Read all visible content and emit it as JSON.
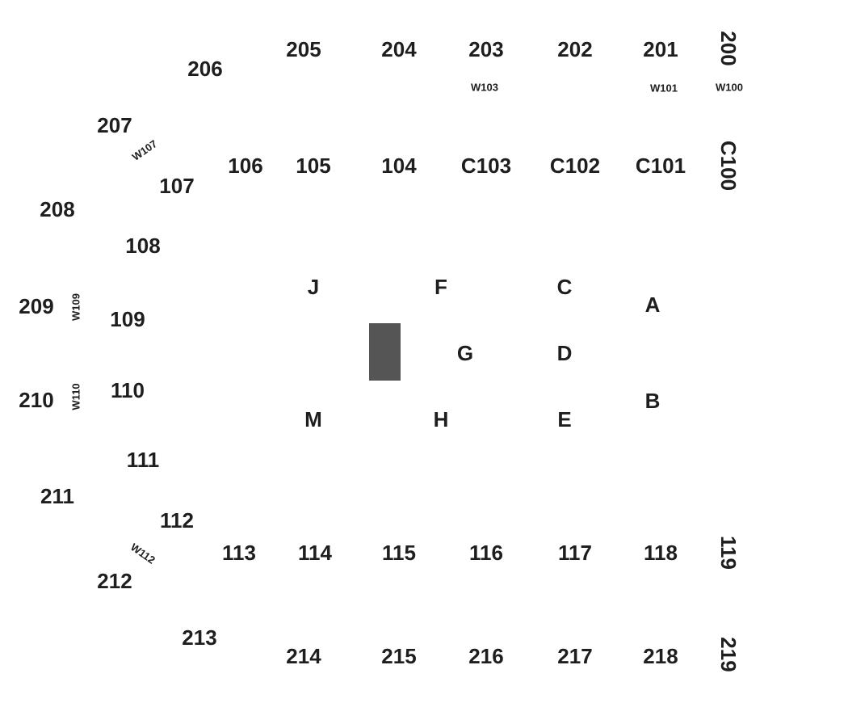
{
  "colors": {
    "label": "#1e1e1e",
    "stage": "#555555",
    "background": "#ffffff"
  },
  "sections": {
    "s200": "200",
    "s201": "201",
    "s202": "202",
    "s203": "203",
    "s204": "204",
    "s205": "205",
    "s206": "206",
    "s207": "207",
    "s208": "208",
    "s209": "209",
    "s210": "210",
    "s211": "211",
    "s212": "212",
    "s213": "213",
    "s214": "214",
    "s215": "215",
    "s216": "216",
    "s217": "217",
    "s218": "218",
    "s219": "219",
    "c100": "C100",
    "c101": "C101",
    "c102": "C102",
    "c103": "C103",
    "s104": "104",
    "s105": "105",
    "s106": "106",
    "s107": "107",
    "s108": "108",
    "s109": "109",
    "s110": "110",
    "s111": "111",
    "s112": "112",
    "s113": "113",
    "s114": "114",
    "s115": "115",
    "s116": "116",
    "s117": "117",
    "s118": "118",
    "s119": "119"
  },
  "wheelchair": {
    "w100": "W100",
    "w101": "W101",
    "w103": "W103",
    "w107": "W107",
    "w109": "W109",
    "w110": "W110",
    "w112": "W112"
  },
  "floor": {
    "A": "A",
    "B": "B",
    "C": "C",
    "D": "D",
    "E": "E",
    "F": "F",
    "G": "G",
    "H": "H",
    "J": "J",
    "M": "M"
  }
}
